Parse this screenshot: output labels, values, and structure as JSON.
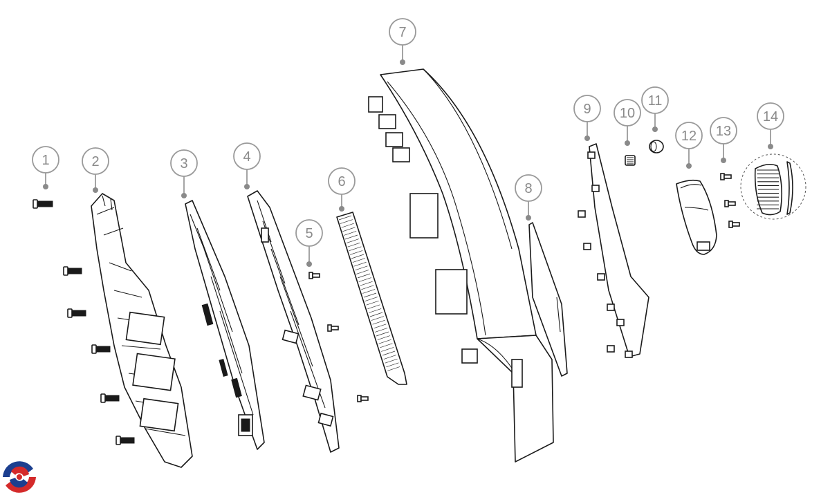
{
  "callouts": [
    {
      "id": 1,
      "label": "1"
    },
    {
      "id": 2,
      "label": "2"
    },
    {
      "id": 3,
      "label": "3"
    },
    {
      "id": 4,
      "label": "4"
    },
    {
      "id": 5,
      "label": "5"
    },
    {
      "id": 6,
      "label": "6"
    },
    {
      "id": 7,
      "label": "7"
    },
    {
      "id": 8,
      "label": "8"
    },
    {
      "id": 9,
      "label": "9"
    },
    {
      "id": 10,
      "label": "10"
    },
    {
      "id": 11,
      "label": "11"
    },
    {
      "id": 12,
      "label": "12"
    },
    {
      "id": 13,
      "label": "13"
    },
    {
      "id": 14,
      "label": "14"
    }
  ],
  "colors": {
    "callout": "#8a8a8a",
    "line": "#1a1a1a",
    "logo_red": "#d42a2a",
    "logo_blue": "#1c3f8f"
  },
  "icons": [
    "brand-logo-icon"
  ]
}
